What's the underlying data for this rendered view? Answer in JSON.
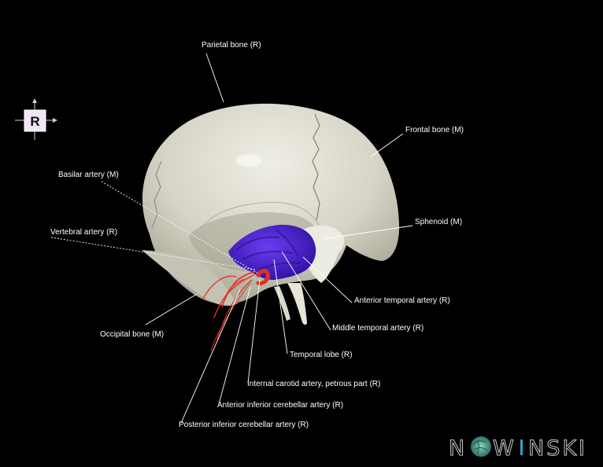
{
  "orientation": {
    "letter": "R"
  },
  "labels": {
    "parietal": "Parietal bone (R)",
    "frontal": "Frontal bone (M)",
    "basilar": "Basilar artery (M)",
    "sphenoid": "Sphenoid (M)",
    "vertebral": "Vertebral artery (R)",
    "ant_temporal": "Anterior temporal artery (R)",
    "mid_temporal": "Middle temporal artery (R)",
    "occipital": "Occipital bone (M)",
    "temporal_lobe": "Temporal lobe (R)",
    "ica_petrous": "Internal carotid artery, petrous part (R)",
    "aica": "Anterior inferior cerebellar artery (R)",
    "pica": "Posterior inferior cerebellar artery (R)"
  },
  "watermark": {
    "text_before": "N",
    "text_after": "W",
    "text_end": "NSKI"
  },
  "colors": {
    "background": "#000000",
    "bone": "#d8d6c8",
    "temporal_lobe": "#4b1fd0",
    "artery": "#e0301e",
    "leader_line": "#ffffff",
    "label_text": "#ffffff"
  }
}
